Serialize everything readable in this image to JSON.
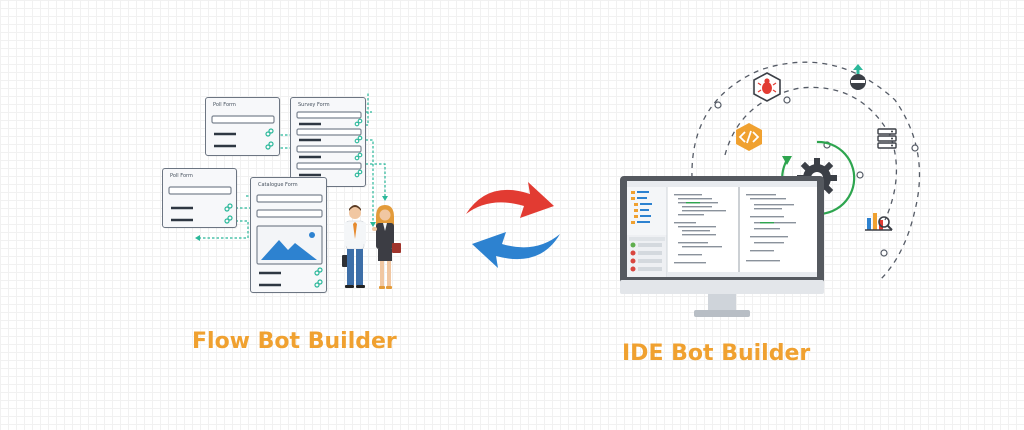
{
  "captions": {
    "flow": "Flow Bot Builder",
    "ide": "IDE Bot Builder"
  },
  "forms": {
    "poll_top": "Poll Form",
    "survey": "Survey Form",
    "poll_bottom": "Poll Form",
    "catalogue": "Catalogue Form"
  },
  "colors": {
    "caption": "#f0a130",
    "card_border": "#6c7582",
    "connector": "#2bb89a",
    "arrow_red": "#e23b32",
    "arrow_blue": "#2d82d0",
    "monitor": "#55595f",
    "orbit": "#555b66",
    "gear_ring": "#2ea54f",
    "hex_orange": "#f0a130",
    "status_red": "#d9463f",
    "status_green": "#5fae4e"
  },
  "icons": [
    "bug-icon",
    "code-icon",
    "cloud-upload-icon",
    "server-icon",
    "analytics-icon",
    "gear-icon",
    "link-icon",
    "mountain-image-icon"
  ]
}
